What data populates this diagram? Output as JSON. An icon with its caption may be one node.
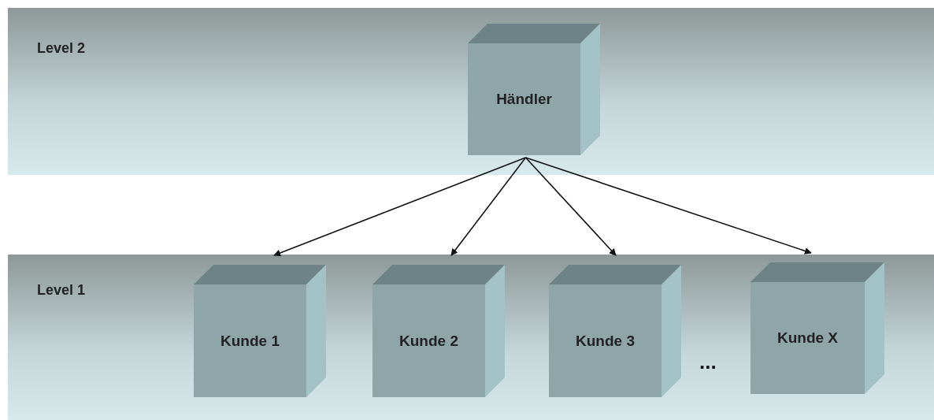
{
  "diagram": {
    "nodes": [
      {
        "text": [
          "Level 2"
        ]
      },
      {
        "text": [
          "Händler"
        ],
        "in": 0
      },
      {
        "text": [
          "Level 1"
        ]
      },
      {
        "text": [
          "Kunde 1"
        ],
        "in": 2
      },
      {
        "text": [
          "Kunde 2"
        ],
        "in": 2
      },
      {
        "text": [
          "Kunde 3"
        ],
        "in": 2
      },
      {
        "text": [
          "Kunde X"
        ],
        "in": 2
      }
    ],
    "edges": [
      {
        "from": 1,
        "to": 3,
        "arrow": "to"
      },
      {
        "from": 1,
        "to": 4,
        "arrow": "to"
      },
      {
        "from": 1,
        "to": 5,
        "arrow": "to"
      },
      {
        "from": 1,
        "to": 6,
        "arrow": "to"
      }
    ],
    "labels": [
      "..."
    ]
  }
}
